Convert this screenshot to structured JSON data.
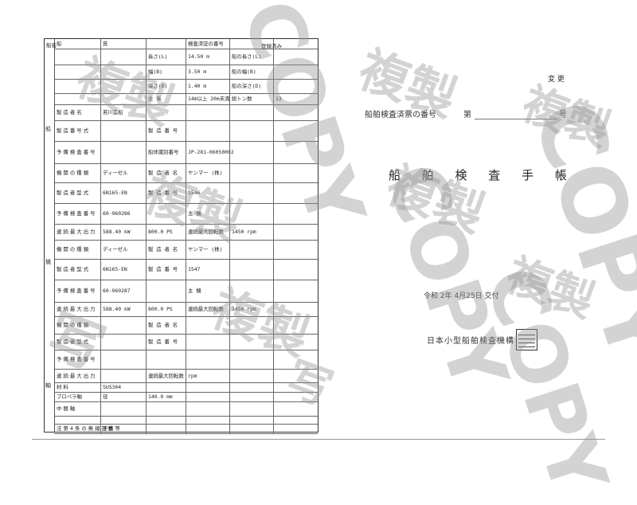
{
  "form": {
    "top_left_label": "船名",
    "top_right_note": "登録済み",
    "rows": [
      {
        "id": "r1",
        "cells": [
          "船",
          "質",
          "",
          "検査済証の番号",
          "",
          ""
        ]
      },
      {
        "id": "r2",
        "cells": [
          "",
          "",
          "長さ(L)",
          "14.50 m",
          "船の長さ(L)",
          ""
        ]
      },
      {
        "id": "r3",
        "cells": [
          "",
          "",
          "幅(B)",
          "3.50 m",
          "船の幅(B)",
          ""
        ]
      },
      {
        "id": "r4",
        "cells": [
          "",
          "",
          "深さ(D)",
          "1.40 m",
          "船の深さ(D)",
          ""
        ]
      },
      {
        "id": "r5",
        "cells": [
          "",
          "",
          "全 長",
          "14m以上 20m未満",
          "総トン数",
          "13"
        ]
      },
      {
        "id": "r6",
        "cells": [
          "製 造 者 名",
          "若川造船",
          "",
          "",
          "",
          ""
        ]
      },
      {
        "id": "r7",
        "cells": [
          "製 造 番 号 式",
          "",
          "製 造 番 号",
          "",
          "",
          ""
        ]
      },
      {
        "id": "r8",
        "cells": [
          "予 備 検 査 番 号",
          "",
          "船体識別番号",
          "JP-281-06050002",
          "",
          ""
        ]
      },
      {
        "id": "r9",
        "cells": [
          "機 関 の 種 類",
          "ディーゼル",
          "製 造 者 名",
          "ヤンマー (株)",
          "",
          ""
        ]
      },
      {
        "id": "r10",
        "cells": [
          "製 造 者 型 式",
          "6N165-EN",
          "製 造 番 号",
          "1546",
          "",
          ""
        ]
      },
      {
        "id": "r11",
        "cells": [
          "予 備 検 査 番 号",
          "60-960286",
          "",
          "主 機",
          "",
          ""
        ]
      },
      {
        "id": "r12",
        "cells": [
          "連 続 最 大 出 力",
          "588.40 kW",
          "800.0 PS",
          "連続最大回転数",
          "1450 rpm",
          ""
        ]
      },
      {
        "id": "r13",
        "cells": [
          "機 関 の 種 類",
          "ディーゼル",
          "製 造 者 名",
          "ヤンマー (株)",
          "",
          ""
        ]
      },
      {
        "id": "r14",
        "cells": [
          "製 造 者 型 式",
          "6N165-EN",
          "製 造 番 号",
          "1547",
          "",
          ""
        ]
      },
      {
        "id": "r15",
        "cells": [
          "予 備 検 査 番 号",
          "60-960287",
          "",
          "主 機",
          "",
          ""
        ]
      },
      {
        "id": "r16",
        "cells": [
          "連 続 最 大 出 力",
          "588.40 kW",
          "800.0 PS",
          "連続最大回転数",
          "1450 rpm",
          ""
        ]
      },
      {
        "id": "r17",
        "cells": [
          "機 関 の 種 類",
          "",
          "製 造 者 名",
          "",
          "",
          ""
        ]
      },
      {
        "id": "r18",
        "cells": [
          "製 造 者 型 式",
          "",
          "製 造 番 号",
          "",
          "",
          ""
        ]
      },
      {
        "id": "r19",
        "cells": [
          "予 備 検 査 番 号",
          "",
          "",
          "",
          "",
          ""
        ]
      },
      {
        "id": "r20",
        "cells": [
          "連 続 最 大 出 力",
          "",
          "連続最大回転数",
          "rpm",
          "",
          ""
        ]
      },
      {
        "id": "r21",
        "cells": [
          "材 料",
          "SUS304",
          "",
          "",
          "",
          ""
        ]
      },
      {
        "id": "r22",
        "cells": [
          "プロペラ軸",
          "径",
          "140.0 mm",
          "",
          "",
          ""
        ]
      },
      {
        "id": "r23",
        "cells": [
          "中 間 軸",
          "",
          "",
          "",
          "",
          ""
        ]
      },
      {
        "id": "r24",
        "cells": [
          "",
          "",
          "",
          "",
          "",
          ""
        ]
      },
      {
        "id": "r25",
        "cells": [
          "法 第 4 条 の 無 線 設 備 等",
          "不要",
          "",
          "",
          "",
          ""
        ]
      }
    ]
  },
  "right": {
    "corner_top_right": "変 更",
    "cert_number_label": "船舶検査済票の番号",
    "cert_number_prefix": "第",
    "cert_number_suffix": "号",
    "title": "船 舶 検 査 手 帳",
    "issue_date": "令和 2年 4月25日 交付",
    "issuer": "日本小型船舶検査機構"
  },
  "watermark": {
    "word_1": "COPY",
    "word_2": "複製",
    "word_3": "写",
    "color": "#969696"
  }
}
